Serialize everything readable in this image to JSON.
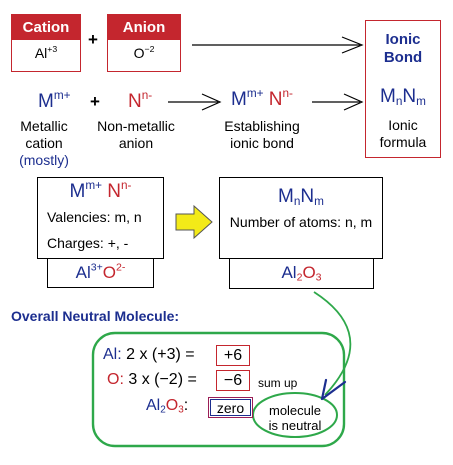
{
  "cation": {
    "header": "Cation",
    "symbol": "Al",
    "charge": "+3"
  },
  "anion": {
    "header": "Anion",
    "symbol": "O",
    "charge": "−2"
  },
  "plus": "+",
  "ionic_bond_box": {
    "line1": "Ionic",
    "line2": "Bond",
    "formula_base": "M",
    "formula_sub1": "n",
    "formula_mid": "N",
    "formula_sub2": "m",
    "label_line1": "Ionic",
    "label_line2": "formula"
  },
  "row2": {
    "metal_symbol": "M",
    "metal_charge": "m+",
    "nonmetal_symbol": "N",
    "nonmetal_charge": "n-",
    "metal_label_1": "Metallic",
    "metal_label_2": "cation",
    "metal_label_3": "(mostly)",
    "nonmetal_label_1": "Non-metallic",
    "nonmetal_label_2": "anion",
    "bond_metal": "M",
    "bond_metal_charge": "m+",
    "bond_nonmetal": "N",
    "bond_nonmetal_charge": "n-",
    "bond_label_1": "Establishing",
    "bond_label_2": "ionic bond"
  },
  "left_card": {
    "metal": "M",
    "metal_charge": "m+",
    "nonmetal": "N",
    "nonmetal_charge": "n-",
    "valencies": "Valencies: m, n",
    "charges": "Charges: +, -",
    "example_metal": "Al",
    "example_metal_charge": "3+",
    "example_nonmetal": "O",
    "example_nonmetal_charge": "2-"
  },
  "right_card": {
    "f1": "M",
    "s1": "n",
    "f2": "N",
    "s2": "m",
    "atoms": "Number of atoms: n, m",
    "ex1": "Al",
    "exs1": "2",
    "ex2": "O",
    "exs2": "3"
  },
  "overall": {
    "title": "Overall Neutral Molecule:",
    "al_label": "Al:",
    "al_expr": "2 x (+3) =",
    "al_value": "+6",
    "o_label": "O:",
    "o_expr": "3 x (−2) =",
    "o_value": "−6",
    "sum_up": "sum up",
    "mol_1": "Al",
    "mol_s1": "2",
    "mol_2": "O",
    "mol_s2": "3",
    "mol_colon": ":",
    "zero": "zero",
    "neutral_1": "molecule",
    "neutral_2": "is neutral"
  },
  "colors": {
    "red": "#c4262e",
    "navy": "#1c2e8f",
    "green": "#2ea84a",
    "yellow": "#f3ea18"
  }
}
